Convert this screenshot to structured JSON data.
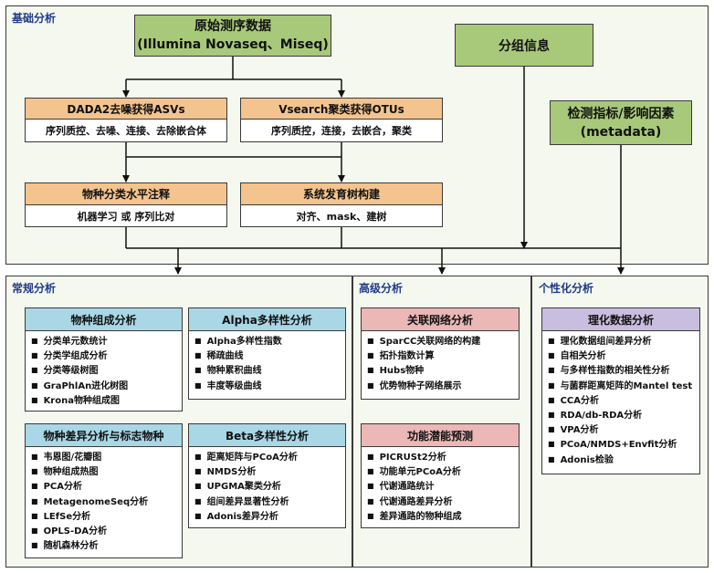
{
  "sections": {
    "basic": "基础分析",
    "regular": "常规分析",
    "advanced": "高级分析",
    "personal": "个性化分析"
  },
  "raw": {
    "line1": "原始测序数据",
    "line2": "(Illumina Novaseq、Miseq)"
  },
  "group_info": "分组信息",
  "metadata": {
    "line1": "检测指标/影响因素",
    "line2": "(metadata)"
  },
  "dada2": {
    "title": "DADA2去噪获得ASVs",
    "desc": "序列质控、去噪、连接、去除嵌合体"
  },
  "vsearch": {
    "title": "Vsearch聚类获得OTUs",
    "desc": "序列质控，连接，去嵌合，聚类"
  },
  "taxonomy": {
    "title": "物种分类水平注释",
    "desc": "机器学习 或 序列比对"
  },
  "phylo": {
    "title": "系统发育树构建",
    "desc": "对齐、mask、建树"
  },
  "cards": {
    "composition": {
      "title": "物种组成分析",
      "items": [
        "分类单元数统计",
        "分类学组成分析",
        "分类等级树图",
        "GraPhlAn进化树图",
        "Krona物种组成图"
      ]
    },
    "alpha": {
      "title": "Alpha多样性分析",
      "items": [
        "Alpha多样性指数",
        "稀疏曲线",
        "物种累积曲线",
        "丰度等级曲线"
      ]
    },
    "diff": {
      "title": "物种差异分析与标志物种",
      "items": [
        "韦恩图/花瓣图",
        "物种组成热图",
        "PCA分析",
        "MetagenomeSeq分析",
        "LEfSe分析",
        "OPLS-DA分析",
        "随机森林分析"
      ]
    },
    "beta": {
      "title": "Beta多样性分析",
      "items": [
        "距离矩阵与PCoA分析",
        "NMDS分析",
        "UPGMA聚类分析",
        "组间差异显著性分析",
        "Adonis差异分析"
      ]
    },
    "network": {
      "title": "关联网络分析",
      "items": [
        "SparCC关联网络的构建",
        "拓扑指数计算",
        "Hubs物种",
        "优势物种子网络展示"
      ]
    },
    "function": {
      "title": "功能潜能预测",
      "items": [
        "PICRUSt2分析",
        "功能单元PCoA分析",
        "代谢通路统计",
        "代谢通路差异分析",
        "差异通路的物种组成"
      ]
    },
    "physchem": {
      "title": "理化数据分析",
      "items": [
        "理化数据组间差异分析",
        "自相关分析",
        "与多样性指数的相关性分析",
        "与菌群距离矩阵的Mantel test",
        "CCA分析",
        "RDA/db-RDA分析",
        "VPA分析",
        "PCoA/NMDS+Envfit分析",
        "Adonis检验"
      ]
    }
  }
}
